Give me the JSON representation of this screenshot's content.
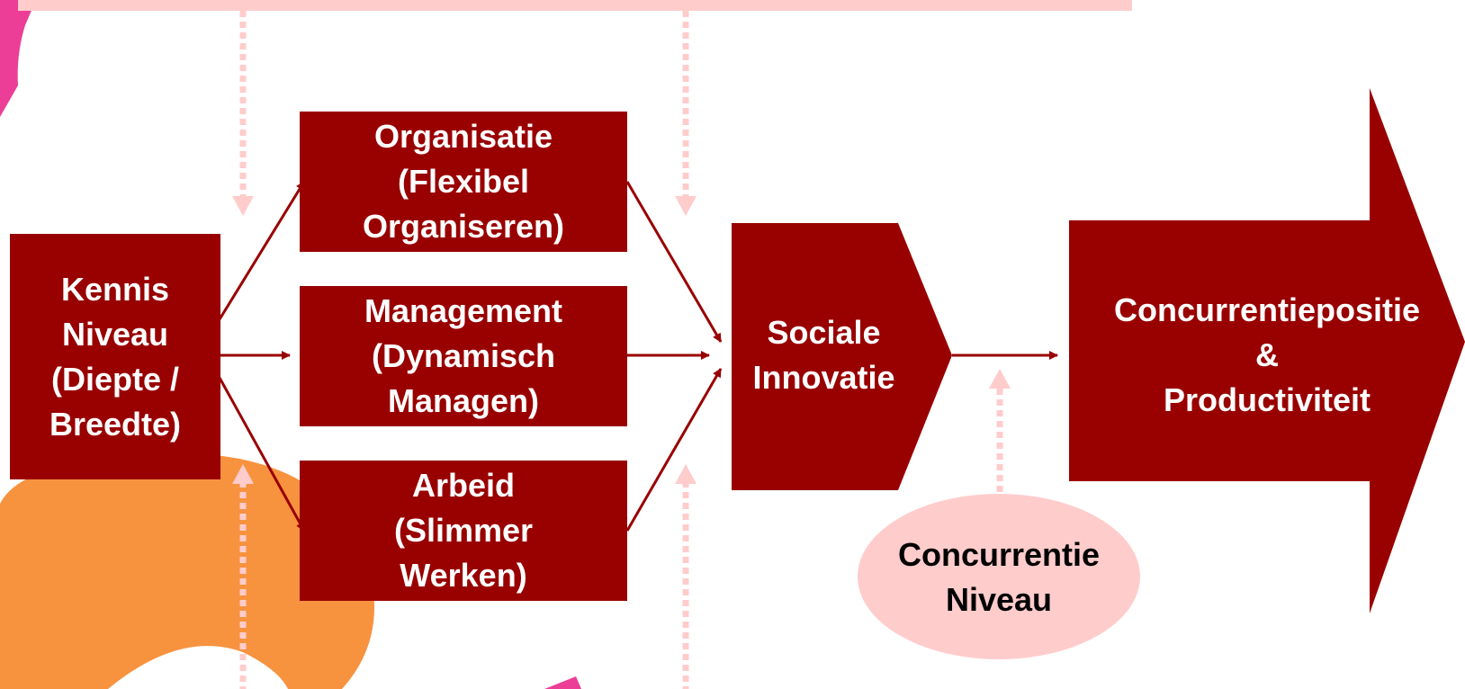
{
  "colors": {
    "box": "#990000",
    "arrow": "#990000",
    "dotted": "#ffcccc",
    "ellipse": "#ffcccc",
    "banner": "#ffcccc",
    "deco_orange": "#f7923f",
    "deco_pink": "#ec3e96"
  },
  "nodes": {
    "kennis": "Kennis\nNiveau\n(Diepte /\nBreedte)",
    "organisatie": "Organisatie\n(Flexibel\nOrganiseren)",
    "management": "Management\n(Dynamisch\nManagen)",
    "arbeid": "Arbeid\n(Slimmer\nWerken)",
    "sociale": "Sociale\nInnovatie",
    "concurrentiepositie": "Concurrentiepositie\n&\nProductiviteit",
    "concurrentie_niveau": "Concurrentie\nNiveau"
  }
}
